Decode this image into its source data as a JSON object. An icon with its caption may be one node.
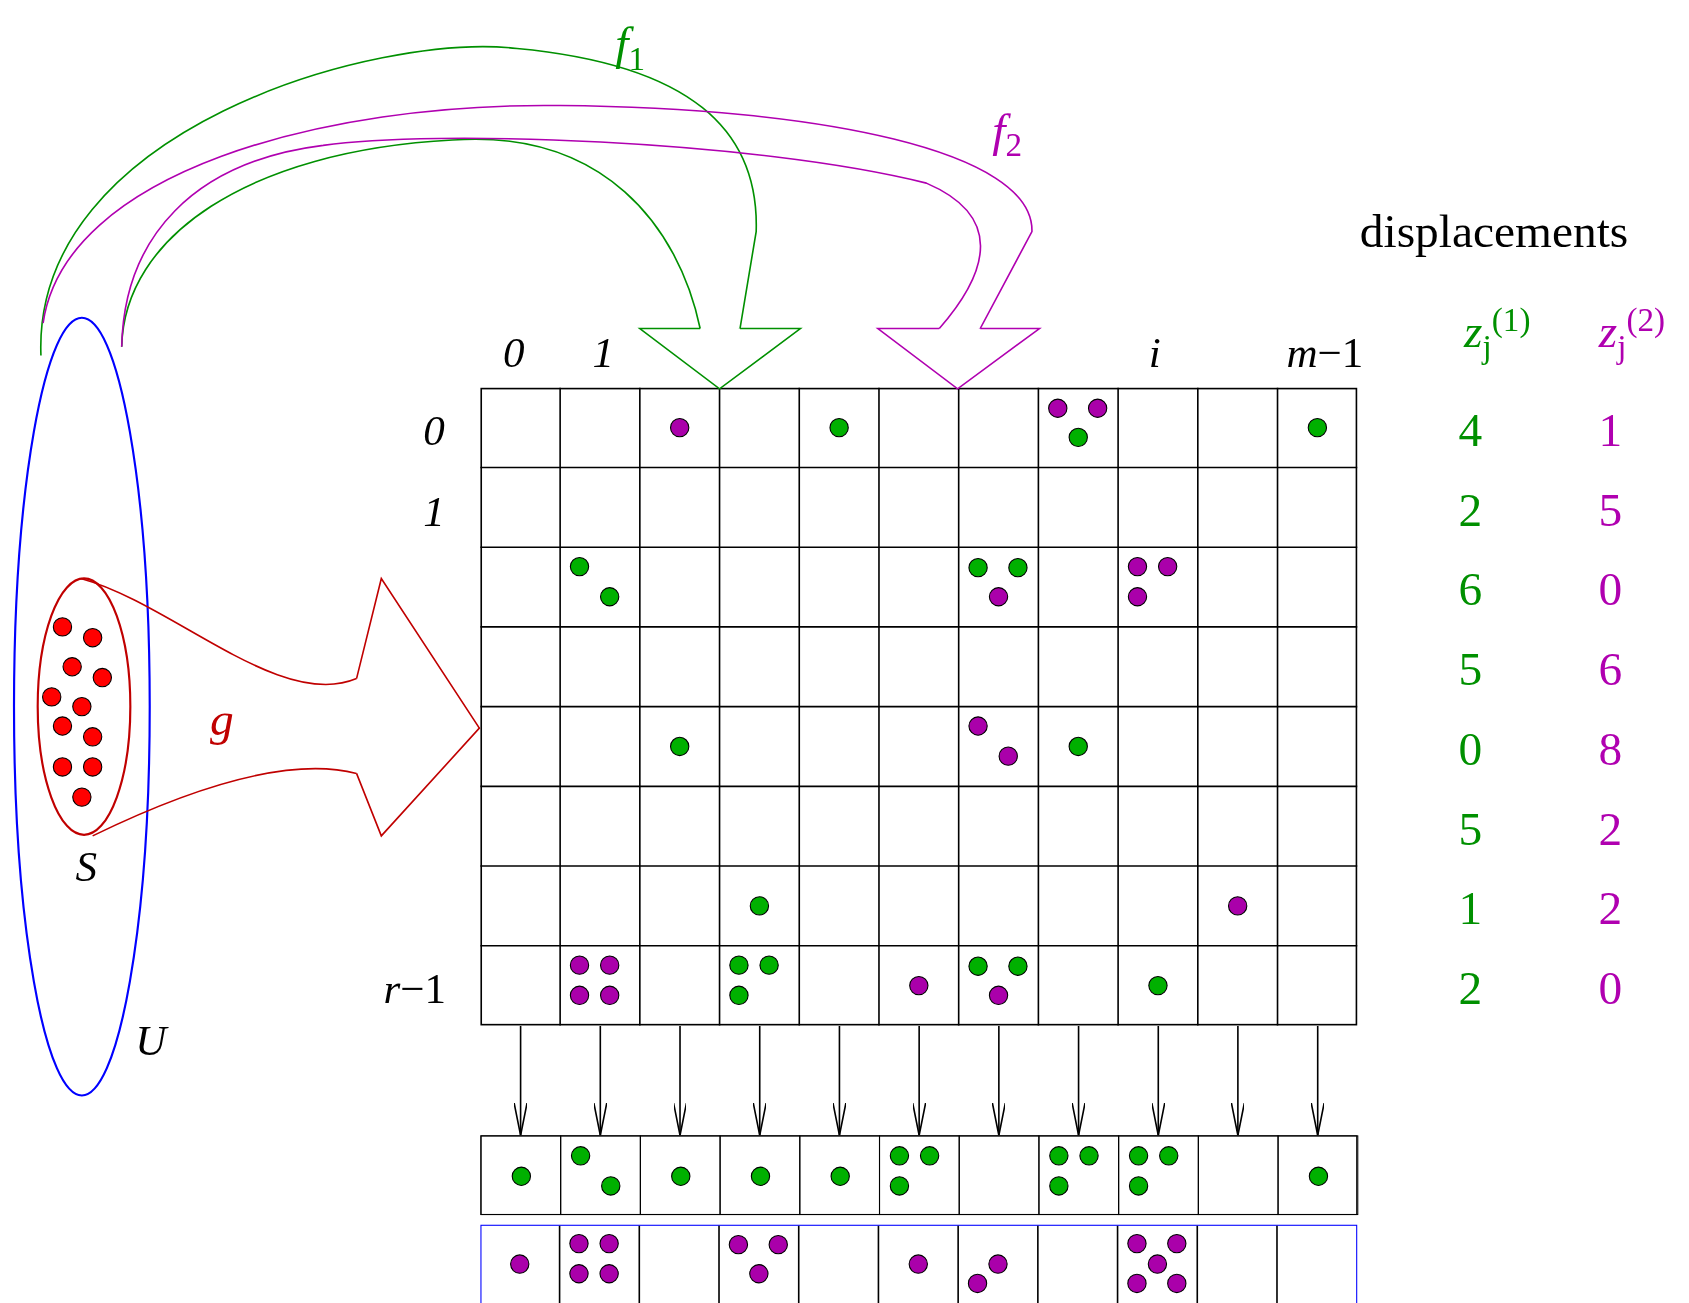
{
  "diagram": {
    "nodes": [
      {
        "text": [
          "U"
        ]
      },
      {
        "text": [
          "S"
        ],
        "in": 0
      },
      {
        "text": [],
        "shape": "box"
      },
      {
        "text": [],
        "shape": "box"
      },
      {
        "text": [],
        "shape": "box",
        "in": 3
      },
      {
        "text": [],
        "shape": "box",
        "in": 3
      },
      {
        "text": [],
        "shape": "box",
        "in": 3
      },
      {
        "text": [],
        "shape": "box",
        "in": 3
      },
      {
        "text": [],
        "shape": "box",
        "in": 3
      },
      {
        "text": [],
        "shape": "box",
        "in": 3
      },
      {
        "text": [],
        "shape": "box",
        "in": 3
      },
      {
        "text": [],
        "shape": "box",
        "in": 3
      },
      {
        "text": [],
        "shape": "box",
        "in": 3
      },
      {
        "text": [],
        "shape": "box",
        "in": 3
      },
      {
        "text": [],
        "shape": "box",
        "in": 3
      },
      {
        "text": [],
        "shape": "box"
      }
    ],
    "edges": [
      {
        "from": 1,
        "to": 2,
        "arrow": "to",
        "label": "g",
        "color": "#c00000"
      },
      {
        "from": 0,
        "to": 2,
        "arrow": "to",
        "label": "*f*$_{1}$",
        "color": "#009000"
      },
      {
        "from": 0,
        "to": 2,
        "arrow": "to",
        "label": "*f*$_{2}$",
        "color": "#b000b0"
      },
      {
        "from": 2,
        "to": 4,
        "arrow": "to"
      },
      {
        "from": 2,
        "to": 5,
        "arrow": "to"
      },
      {
        "from": 2,
        "to": 6,
        "arrow": "to"
      },
      {
        "from": 2,
        "to": 7,
        "arrow": "to"
      },
      {
        "from": 2,
        "to": 8,
        "arrow": "to"
      },
      {
        "from": 2,
        "to": 9,
        "arrow": "to"
      },
      {
        "from": 2,
        "to": 10,
        "arrow": "to"
      },
      {
        "from": 2,
        "to": 11,
        "arrow": "to"
      },
      {
        "from": 2,
        "to": 12,
        "arrow": "to"
      },
      {
        "from": 2,
        "to": 13,
        "arrow": "to"
      },
      {
        "from": 2,
        "to": 14,
        "arrow": "to"
      }
    ],
    "labels": [
      "0",
      "1",
      "i",
      "*m*−1",
      "0",
      "1",
      "*r*−1",
      "displacements",
      "*z*$_{j}$$^{(1)}$",
      "*z*$_{j}$$^{(2)}$",
      "4",
      "1",
      "2",
      "5",
      "6",
      "0",
      "5",
      "6",
      "0",
      "8",
      "5",
      "2",
      "1",
      "2",
      "2",
      "0"
    ]
  }
}
